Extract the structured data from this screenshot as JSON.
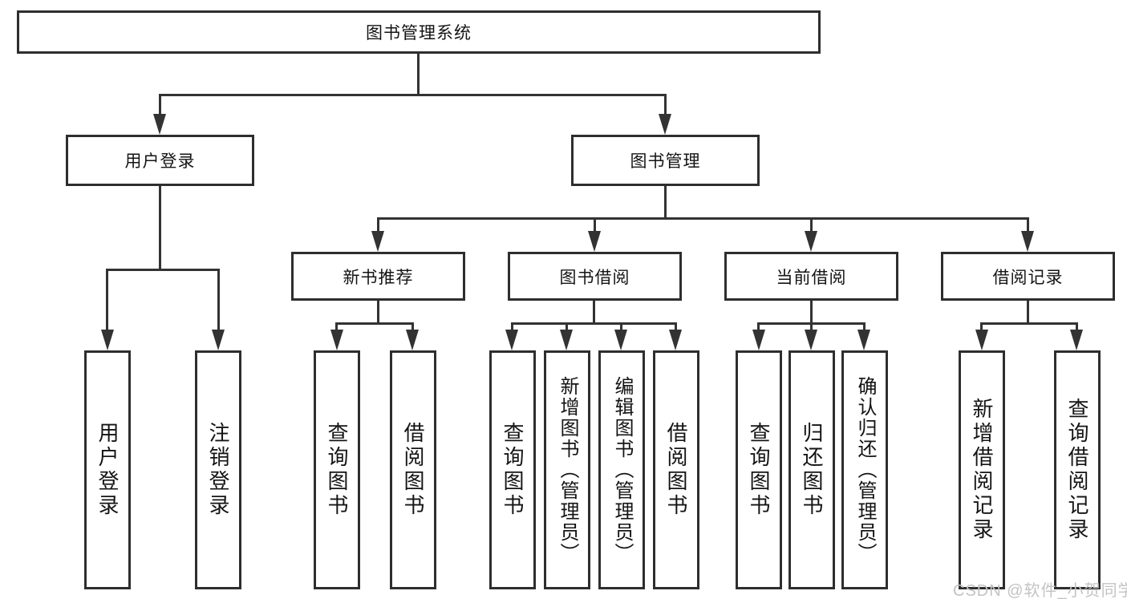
{
  "diagram": {
    "root_label": "图书管理系统",
    "level2": {
      "user_login": "用户登录",
      "book_management": "图书管理"
    },
    "level3": {
      "new_book_recommendation": "新书推荐",
      "book_borrowing": "图书借阅",
      "current_borrowing": "当前借阅",
      "borrowing_records": "借阅记录"
    },
    "leaves": {
      "user_login": [
        "用户登录",
        "注销登录"
      ],
      "new_book_recommendation": [
        "查询图书",
        "借阅图书"
      ],
      "book_borrowing": [
        "查询图书",
        "新增图书（管理员）",
        "编辑图书（管理员）",
        "借阅图书"
      ],
      "current_borrowing": [
        "查询图书",
        "归还图书",
        "确认归还（管理员）"
      ],
      "borrowing_records": [
        "新增借阅记录",
        "查询借阅记录"
      ]
    }
  },
  "watermark": "CSDN @软件_小贺同学",
  "colors": {
    "line": "#333333",
    "box_border": "#2e2e2e",
    "text": "#141414",
    "watermark": "#c3c3c3",
    "background": "#ffffff"
  }
}
